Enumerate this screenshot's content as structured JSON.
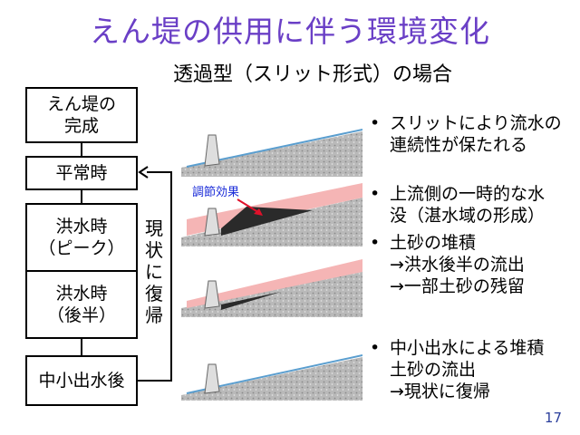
{
  "title": "えん堤の供用に伴う環境変化",
  "subtitle": "透過型（スリット形式）の場合",
  "flow": {
    "boxes": [
      {
        "line1": "えん堤の",
        "line2": "完成"
      },
      {
        "line1": "平常時",
        "line2": ""
      },
      {
        "line1": "洪水時",
        "line2": "（ピーク）"
      },
      {
        "line1": "洪水時",
        "line2": "（後半）"
      },
      {
        "line1": "中小出水後",
        "line2": ""
      }
    ],
    "restore_label": "現状に復帰"
  },
  "panel_label": "調節効果",
  "bullets": [
    {
      "marker": "•",
      "line1": "スリットにより流水の",
      "line2": "連続性が保たれる",
      "line3": ""
    },
    {
      "marker": "•",
      "line1": "上流側の一時的な水",
      "line2": "没（湛水域の形成）",
      "line3": ""
    },
    {
      "marker": "•",
      "line1": "土砂の堆積",
      "line2": "→洪水後半の流出",
      "line3": "→一部土砂の残留"
    },
    {
      "marker": "•",
      "line1": "中小出水による堆積",
      "line2": "土砂の流出",
      "line3": "→現状に復帰"
    }
  ],
  "page_number": "17",
  "colors": {
    "title": "#6a3fc6",
    "water": "#f5b5b5",
    "sediment": "#2a2a2a",
    "arrow": "#e0102a",
    "label": "#1a2bd8"
  }
}
